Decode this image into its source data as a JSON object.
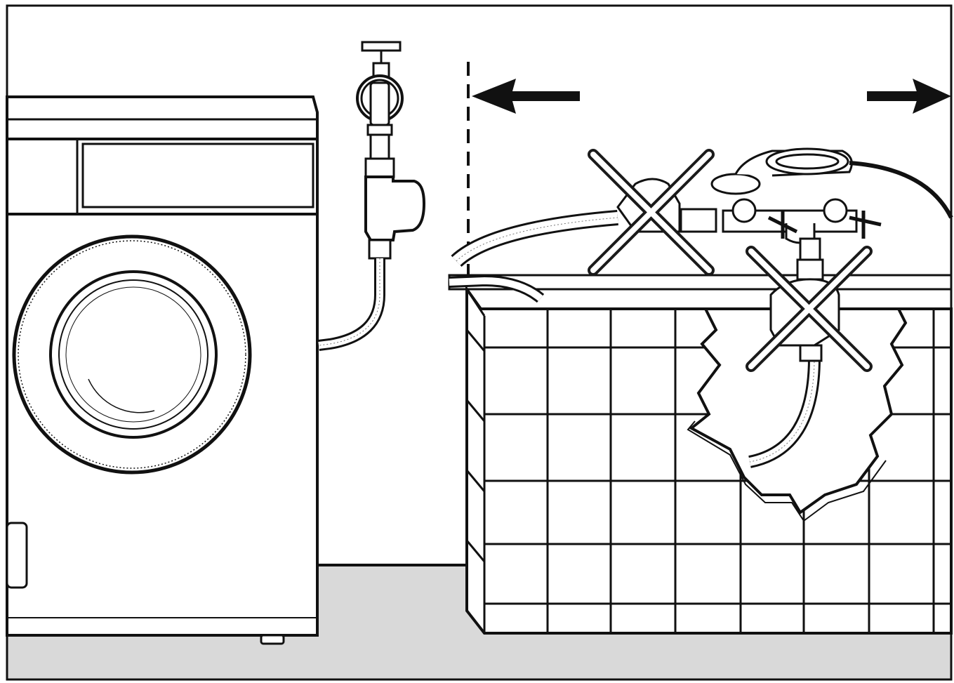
{
  "illustration": {
    "subject": "washing-machine-inlet-hose-installation",
    "elements": {
      "washing_machine": "washing-machine",
      "wall_tap": "wall-tap-with-inlet-hose",
      "bathtub": "tiled-bathtub",
      "bath_mixer": "bath-shower-mixer-tap"
    },
    "markers": {
      "prohibited_connections": 2,
      "symbol": "cross-mark-icon"
    },
    "zone_arrows": [
      "arrow-left-icon",
      "arrow-right-icon"
    ]
  },
  "colors": {
    "line": "#111111",
    "background": "#ffffff",
    "floor": "#d9d9d9",
    "cross": "#1a1a1a",
    "cross_inner": "#ffffff"
  }
}
